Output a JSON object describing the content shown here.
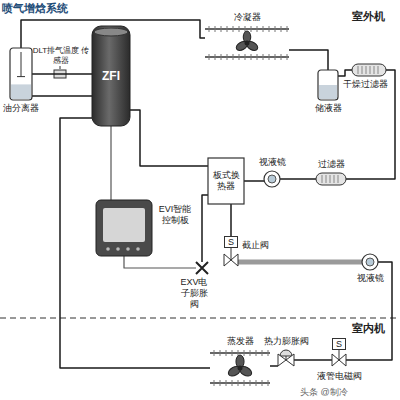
{
  "diagram": {
    "title": "喷气增焓系统",
    "nodes": [
      {
        "text": [
          "ZFI"
        ]
      },
      {
        "text": [
          "油分离器"
        ]
      },
      {
        "text": [
          "冷凝器"
        ]
      },
      {
        "text": [
          "储液器"
        ]
      },
      {
        "text": [
          "干燥过滤器"
        ]
      },
      {
        "text": [
          "视液镜"
        ]
      },
      {
        "text": [
          "过滤器"
        ]
      },
      {
        "text": [
          "板式换热器"
        ]
      },
      {
        "text": [
          "EVI智能控制板"
        ]
      },
      {
        "text": [
          "EXV电子膨胀阀"
        ]
      },
      {
        "text": [
          "S",
          "截止阀"
        ]
      },
      {
        "text": [
          "视液镜"
        ]
      },
      {
        "text": [
          "热力膨胀阀"
        ]
      },
      {
        "text": [
          "S",
          "液管电磁阀"
        ]
      },
      {
        "text": [
          "蒸发器"
        ]
      }
    ],
    "edges": [
      {
        "from": 0,
        "to": 1,
        "arrow": "none"
      },
      {
        "from": 1,
        "to": 2,
        "arrow": "none"
      },
      {
        "from": 1,
        "to": 0,
        "arrow": "none"
      },
      {
        "from": 2,
        "to": 3,
        "arrow": "none"
      },
      {
        "from": 3,
        "to": 4,
        "arrow": "none"
      },
      {
        "from": 4,
        "to": 6,
        "arrow": "none"
      },
      {
        "from": 6,
        "to": 5,
        "arrow": "none"
      },
      {
        "from": 5,
        "to": 7,
        "arrow": "none"
      },
      {
        "from": 7,
        "to": 10,
        "arrow": "none"
      },
      {
        "from": 9,
        "to": 7,
        "arrow": "none"
      },
      {
        "from": 7,
        "to": 0,
        "arrow": "none"
      },
      {
        "from": 8,
        "to": 0,
        "arrow": "none"
      },
      {
        "from": 8,
        "to": 9,
        "arrow": "none"
      },
      {
        "from": 10,
        "to": 11,
        "arrow": "none"
      },
      {
        "from": 11,
        "to": 13,
        "arrow": "none"
      },
      {
        "from": 13,
        "to": 12,
        "arrow": "none"
      },
      {
        "from": 12,
        "to": 14,
        "arrow": "none"
      },
      {
        "from": 14,
        "to": 0,
        "arrow": "none"
      }
    ],
    "labels": [
      "室外机",
      "DLT排气温度 传感器",
      "室内机",
      "头条 @制冷"
    ]
  }
}
